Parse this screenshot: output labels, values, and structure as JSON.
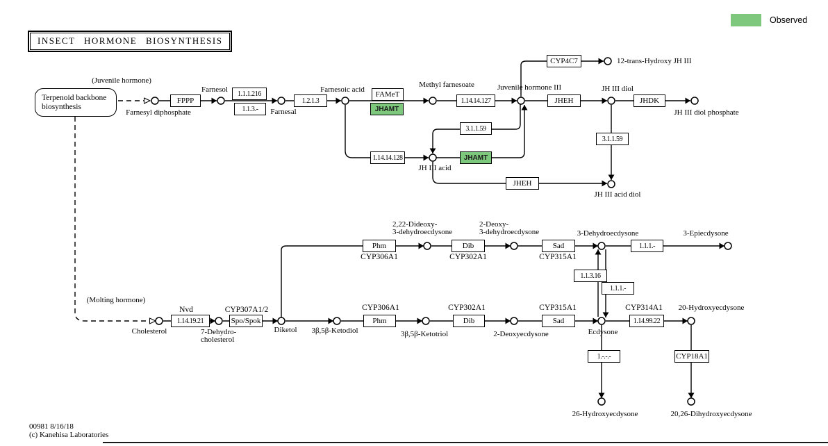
{
  "title": "INSECT HORMONE BIOSYNTHESIS",
  "legend": {
    "label": "Observed",
    "color": "#7ec87e"
  },
  "footer": {
    "map_id": "00981 8/16/18",
    "copyright": "(c) Kanehisa Laboratories"
  },
  "sections": {
    "juvenile": "(Juvenile hormone)",
    "molting": "(Molting hormone)"
  },
  "map_link": {
    "line1": "Terpenoid backbone",
    "line2": "biosynthesis"
  },
  "boxes": {
    "fppp": "FPPP",
    "ec_1_1_1_216": "1.1.1.216",
    "ec_1_1_3": "1.1.3.-",
    "ec_1_2_1_3": "1.2.1.3",
    "famet": "FAMeT",
    "jhamt_top": "JHAMT",
    "ec_1_14_14_127": "1.14.14.127",
    "cyp4c7": "CYP4C7",
    "jheh_top": "JHEH",
    "jhdk": "JHDK",
    "ec_3_1_1_59_right": "3.1.1.59",
    "ec_3_1_1_59_mid": "3.1.1.59",
    "ec_1_14_14_128": "1.14.14.128",
    "jhamt_mid": "JHAMT",
    "jheh_low": "JHEH",
    "ec_1_14_19_21": "1.14.19.21",
    "spo_spok": "Spo/Spok",
    "phm_upper": "Phm",
    "dib_upper": "Dib",
    "sad_upper": "Sad",
    "ec_1_1_1_a": "1.1.1.-",
    "ec_1_1_3_16": "1.1.3.16",
    "ec_1_1_1_b": "1.1.1.-",
    "phm_lower": "Phm",
    "dib_lower": "Dib",
    "sad_lower": "Sad",
    "ec_1_14_99_22": "1.14.99.22",
    "ec_1_x": "1.-.-.-",
    "cyp18a1": "CYP18A1"
  },
  "genes": {
    "nvd": "Nvd",
    "cyp307": "CYP307A1/2",
    "cyp306_upper": "CYP306A1",
    "cyp302_upper": "CYP302A1",
    "cyp315_upper": "CYP315A1",
    "cyp306_lower": "CYP306A1",
    "cyp302_lower": "CYP302A1",
    "cyp315_lower": "CYP315A1",
    "cyp314": "CYP314A1"
  },
  "compounds": {
    "farnesyl_diphosphate": "Farnesyl diphosphate",
    "farnesol": "Farnesol",
    "farnesal": "Farnesal",
    "farnesoic_acid": "Farnesoic acid",
    "methyl_farnesoate": "Methyl farnesoate",
    "juvenile_hormone_iii": "Juvenile hormone III",
    "hydroxy_jh_iii": "12-trans-Hydroxy JH III",
    "jh_iii_diol": "JH III diol",
    "jh_iii_diol_phosphate": "JH III diol phosphate",
    "jh_iii_acid": "JH III acid",
    "jh_iii_acid_diol": "JH III acid diol",
    "cholesterol": "Cholesterol",
    "dehydrocholesterol_1": "7-Dehydro-",
    "dehydrocholesterol_2": "cholesterol",
    "diketol": "Diketol",
    "ketodiol": "3β,5β-Ketodiol",
    "ketotriol": "3β,5β-Ketotriol",
    "dideoxy_1": "2,22-Dideoxy-",
    "dideoxy_2": "3-dehydroecdysone",
    "deoxy_dehydro_1": "2-Deoxy-",
    "deoxy_dehydro_2": "3-dehydroecdysone",
    "dehydroecdysone": "3-Dehydroecdysone",
    "epiecdysone": "3-Epiecdysone",
    "deoxyecdysone": "2-Deoxyecdysone",
    "ecdysone": "Ecdysone",
    "hydroxyecdysone_20": "20-Hydroxyecdysone",
    "hydroxyecdysone_26": "26-Hydroxyecdysone",
    "dihydroxyecdysone": "20,26-Dihydroxyecdysone"
  }
}
